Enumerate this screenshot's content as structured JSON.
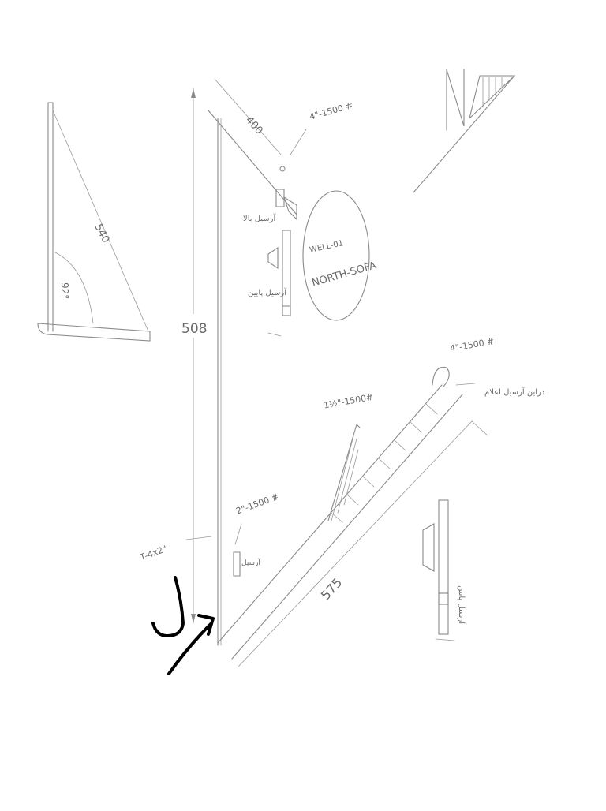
{
  "diagram": {
    "north_label": "N",
    "triangle": {
      "length_label": "540",
      "angle_label": "92°"
    },
    "main": {
      "vertical_dim_label": "508",
      "top_dim_label": "400",
      "bottom_dim_label": "575",
      "pipe_label_top": "4\"-1500 #",
      "pipe_label_right": "4\"-1500 #",
      "pipe_label_mid": "1½\"-1500#",
      "pipe_label_small": "2\"-1500 #",
      "pipe_label_tee": "T-4x2\"",
      "persian_top_1": "آرسیل بالا",
      "persian_top_2": "آرسیل پایین",
      "persian_right": "دراین آرسیل اعلام",
      "persian_right_lower": "آرسیل پایین",
      "persian_small": "آرسیل"
    },
    "well_tag": {
      "line1": "WELL-01",
      "line2": "NORTH-SOFA"
    },
    "signature": "signature"
  }
}
